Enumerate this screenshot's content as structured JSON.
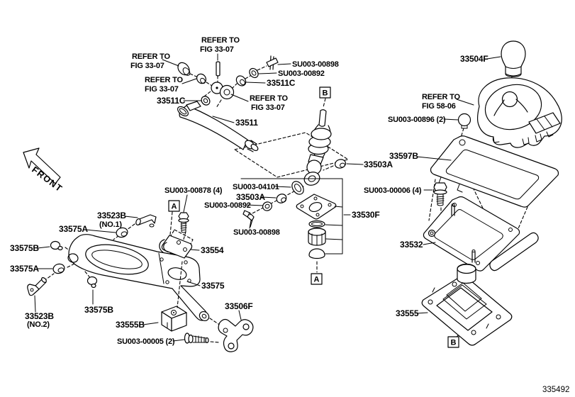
{
  "figure_code": "335492",
  "front_label": "FRONT",
  "markers": {
    "a": "A",
    "b": "B"
  },
  "labels": {
    "refer_to": "REFER TO",
    "fig_33_07": "FIG 33-07",
    "fig_58_06": "FIG 58-06",
    "su003_00898": "SU003-00898",
    "su003_00892": "SU003-00892",
    "p33511c": "33511C",
    "p33511": "33511",
    "p33504f": "33504F",
    "su003_00896": "SU003-00896 (2)",
    "p33597b": "33597B",
    "p33503a": "33503A",
    "su003_00006": "SU003-00006 (4)",
    "p33532": "33532",
    "su003_04101": "SU003-04101",
    "su003_00878": "SU003-00878 (4)",
    "p33530f": "33530F",
    "p33523b": "33523B",
    "no1": "(NO.1)",
    "no2": "(NO.2)",
    "p33575a": "33575A",
    "p33575b": "33575B",
    "p33554": "33554",
    "p33575": "33575",
    "p33506f": "33506F",
    "p33555b": "33555B",
    "su003_00005": "SU003-00005 (2)",
    "p33555": "33555"
  }
}
